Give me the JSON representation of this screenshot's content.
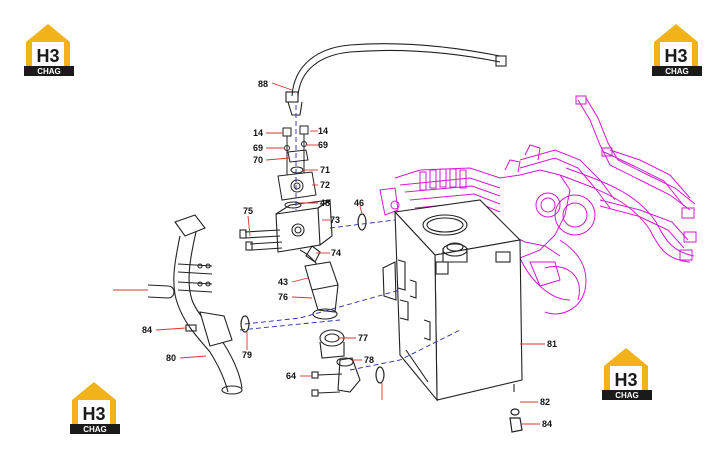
{
  "brand": {
    "logo_main": "H3",
    "logo_sub": "CHAG",
    "color_gold": "#f2b21a",
    "color_black": "#1a1a1a"
  },
  "colors": {
    "line": "#222222",
    "leader": "#d9342b",
    "magenta": "#d21ad2",
    "dash": "#2a2aa8"
  },
  "callouts": [
    "88",
    "14",
    "14",
    "69",
    "69",
    "70",
    "71",
    "72",
    "48",
    "75",
    "73",
    "46",
    "74",
    "43",
    "76",
    "84",
    "79",
    "80",
    "77",
    "64",
    "78",
    "81",
    "82",
    "84"
  ]
}
